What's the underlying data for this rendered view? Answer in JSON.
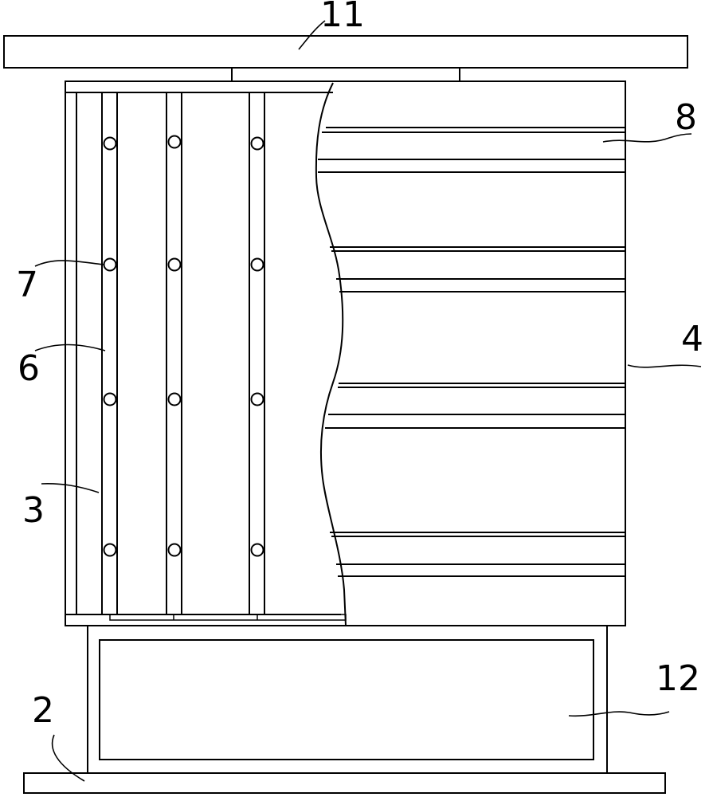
{
  "labels": {
    "l11": "11",
    "l8": "8",
    "l7": "7",
    "l6": "6",
    "l4": "4",
    "l3": "3",
    "l12": "12",
    "l2": "2"
  }
}
